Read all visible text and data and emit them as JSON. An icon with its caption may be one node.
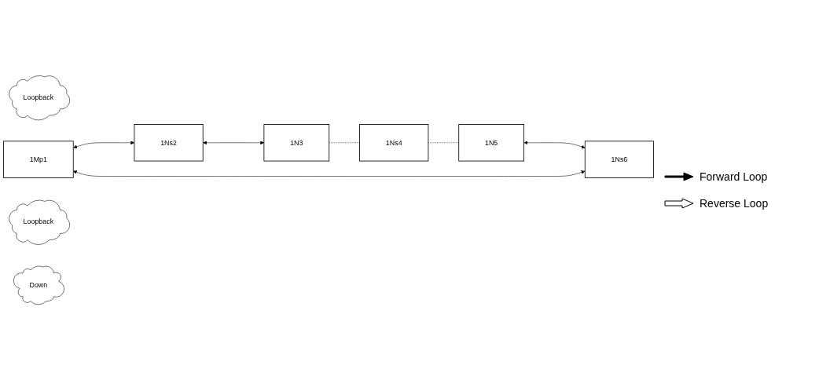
{
  "diagram": {
    "nodes": [
      {
        "text": [
          "Loopback"
        ]
      },
      {
        "text": [
          "1Mp1"
        ]
      },
      {
        "text": [
          "1Ns2"
        ]
      },
      {
        "text": [
          "1N3"
        ]
      },
      {
        "text": [
          "1Ns6"
        ]
      },
      {
        "text": [
          "1N5"
        ]
      },
      {
        "text": [
          "1Ns4"
        ]
      },
      {
        "text": [
          "Loopback"
        ]
      },
      {
        "text": [
          "Down"
        ]
      }
    ],
    "edges": [
      {
        "from": 1,
        "to": 2,
        "arrow": "both"
      },
      {
        "from": 2,
        "to": 3,
        "arrow": "both"
      },
      {
        "from": 3,
        "to": 6,
        "arrow": "none",
        "style": "dashed"
      },
      {
        "from": 6,
        "to": 5,
        "arrow": "none",
        "style": "dashed"
      },
      {
        "from": 5,
        "to": 4,
        "arrow": "both"
      },
      {
        "from": 4,
        "to": 1,
        "arrow": "both"
      }
    ],
    "legend": [
      {
        "text": "Forward Loop"
      },
      {
        "text": "Reverse Loop"
      }
    ]
  }
}
